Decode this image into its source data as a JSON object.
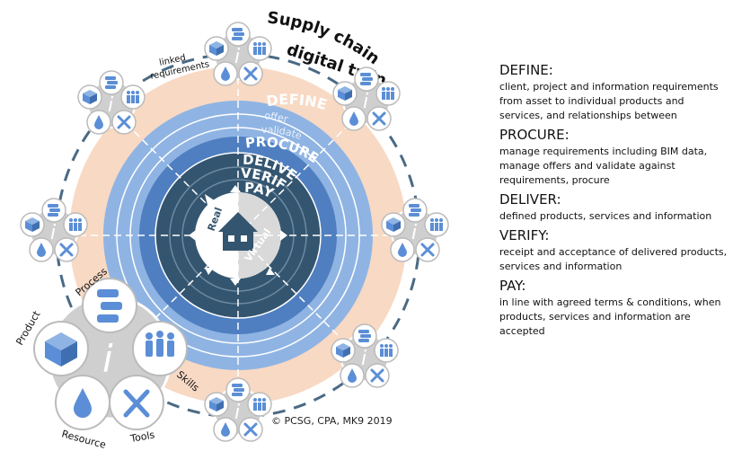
{
  "diagram": {
    "title_line1": "Supply chain",
    "title_line2": "digital twin",
    "linked_requirements_1": "linked",
    "linked_requirements_2": "requirements",
    "ring_define": "DEFINE",
    "ring_offer": "offer",
    "ring_validate": "validate",
    "ring_procure": "PROCURE",
    "ring_deliver": "DELIVER",
    "ring_verify": "VERIFY",
    "ring_pay": "PAY",
    "center_real": "Real",
    "center_virtual": "Virtual",
    "legend_process": "Process",
    "legend_product": "Product",
    "legend_skills": "Skills",
    "legend_resource": "Resource",
    "legend_tools": "Tools",
    "info_symbol": "i",
    "copyright": "© PCSG, CPA, MK9 2019",
    "colors": {
      "peach": "#f8d9c4",
      "light_blue": "#8fb4e3",
      "mid_blue": "#4f7fc0",
      "dark_blue": "#34556f",
      "navy": "#1f3f5c",
      "node_grey": "#cfcfcf",
      "icon_blue": "#5b8ed6"
    }
  },
  "sidebar": {
    "sections": [
      {
        "heading": "DEFINE:",
        "body": "client, project and information requirements from asset to individual products and services, and relationships between"
      },
      {
        "heading": "PROCURE:",
        "body": "manage requirements including BIM data, manage offers and validate against requirements, procure"
      },
      {
        "heading": "DELIVER:",
        "body": "defined products, services and information"
      },
      {
        "heading": "VERIFY:",
        "body": "receipt and acceptance of delivered products, services and information"
      },
      {
        "heading": "PAY:",
        "body": "in line with agreed terms & conditions, when products, services and information are accepted"
      }
    ]
  }
}
